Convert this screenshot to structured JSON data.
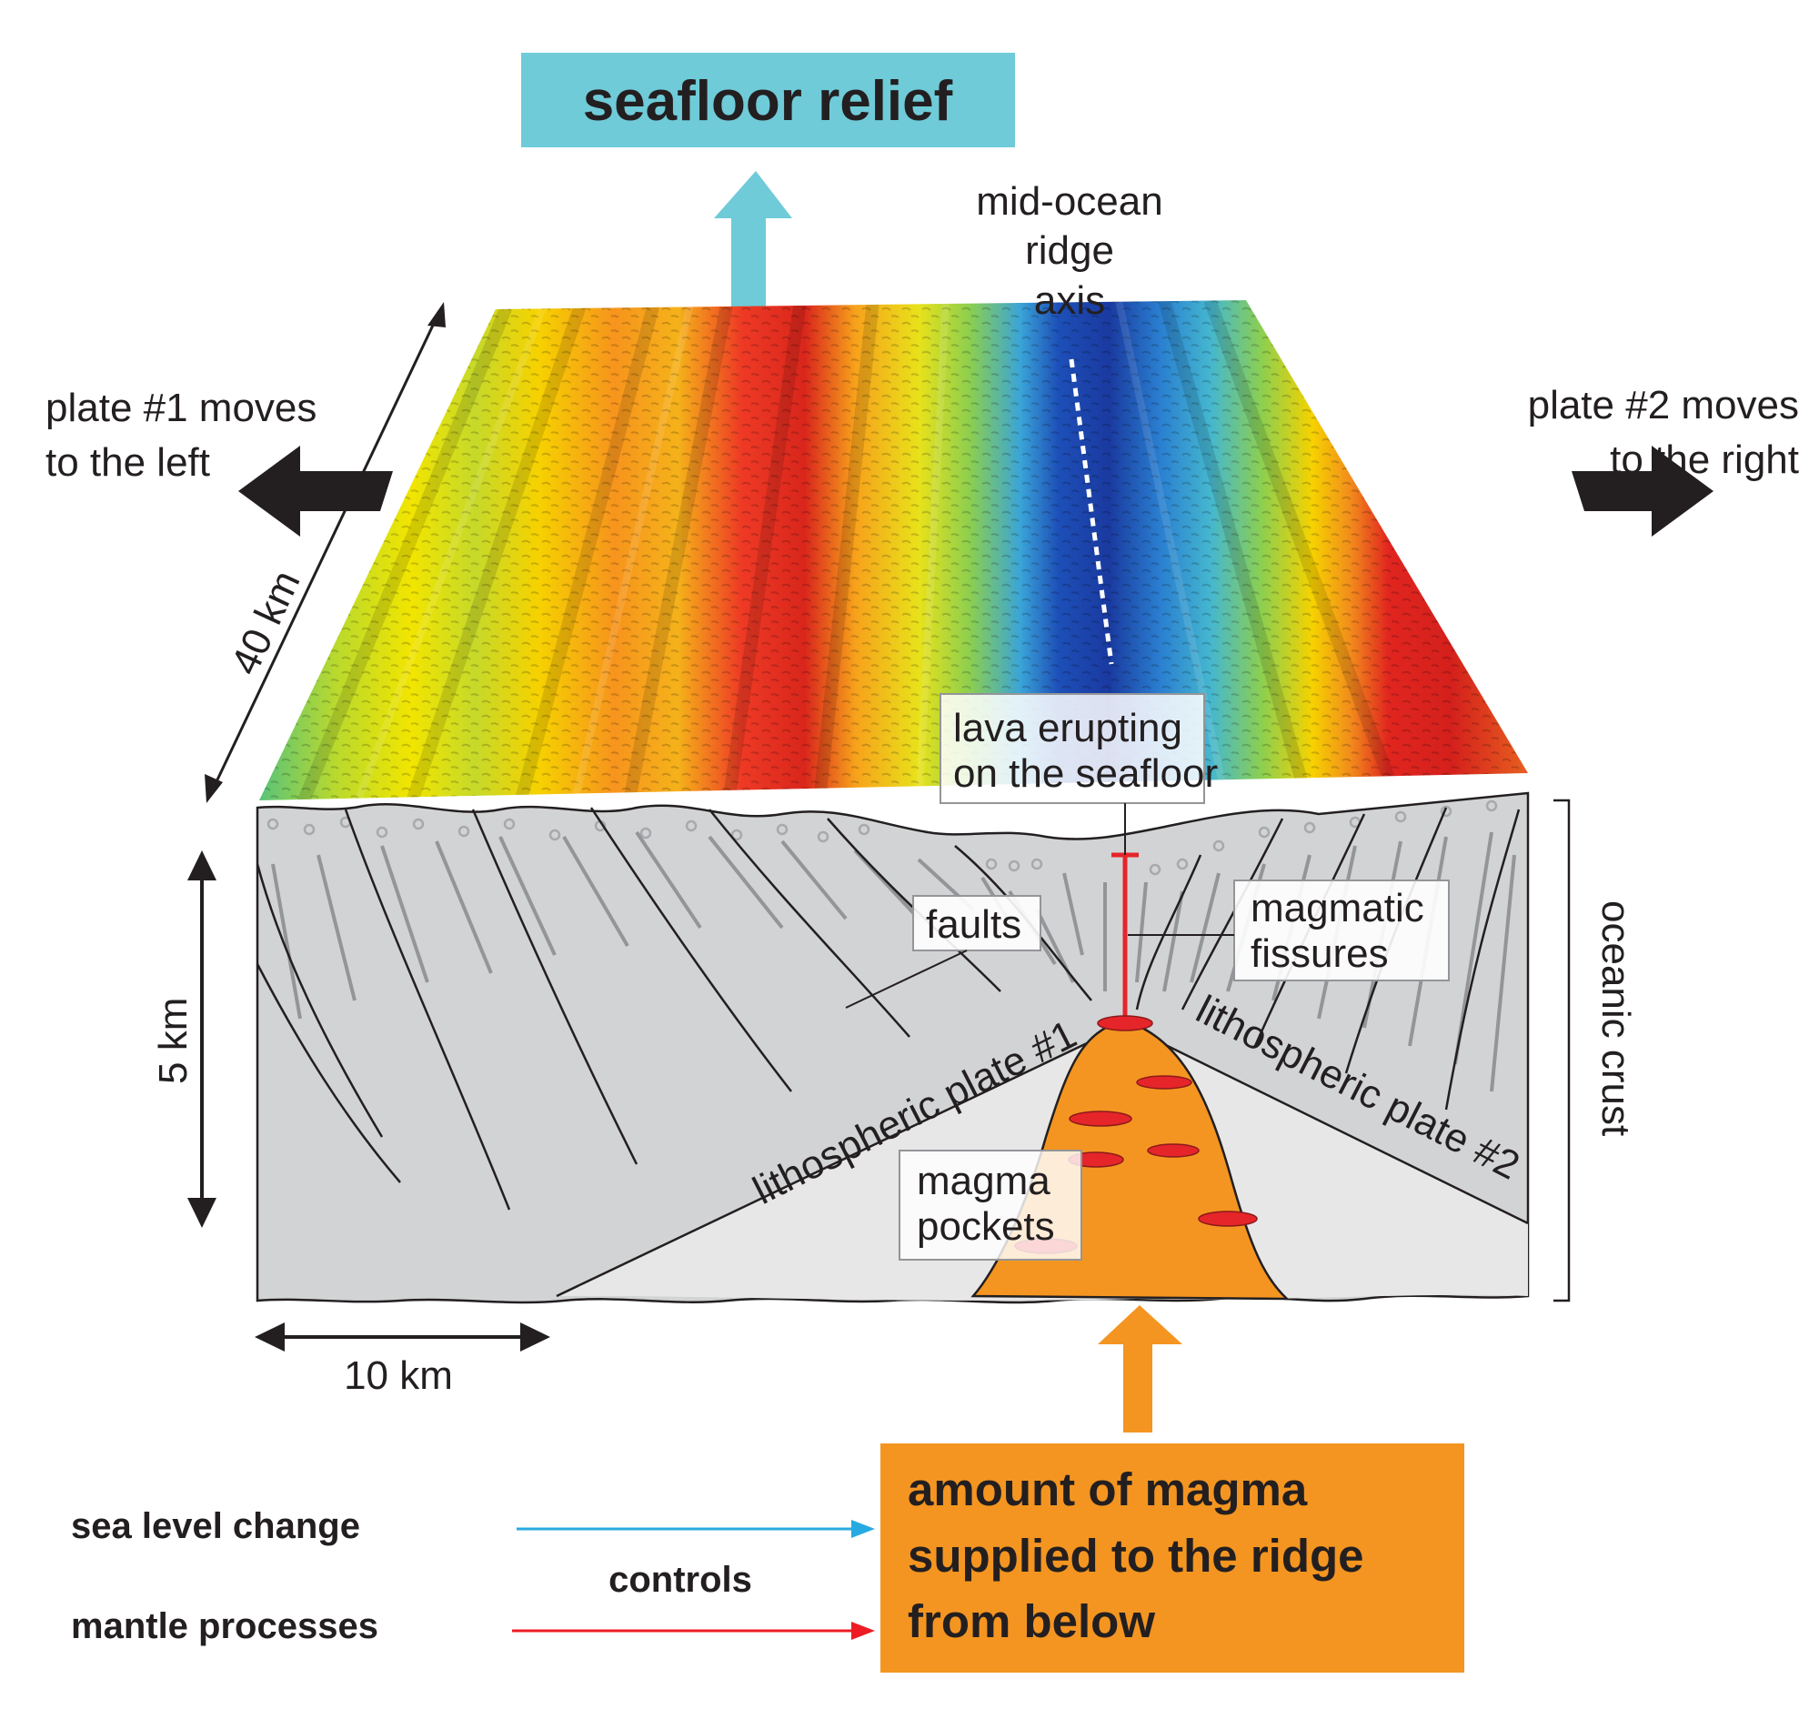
{
  "title": "seafloor relief",
  "labels": {
    "ridge_axis": [
      "mid-ocean",
      "ridge",
      "axis"
    ],
    "plate1_moves": [
      "plate #1 moves",
      "to the left"
    ],
    "plate2_moves": [
      "plate #2 moves",
      "to the right"
    ],
    "length_40km": "40 km",
    "depth_5km": "5 km",
    "width_10km": "10 km",
    "oceanic_crust": "oceanic crust",
    "lava_erupting": [
      "lava erupting",
      "on the seafloor"
    ],
    "faults": "faults",
    "magmatic_fissures": [
      "magmatic",
      "fissures"
    ],
    "lithospheric_plate_1": "lithospheric plate #1",
    "lithospheric_plate_2": "lithospheric plate #2",
    "magma_pockets": [
      "magma",
      "pockets"
    ]
  },
  "controls": {
    "sea_level_change": "sea level change",
    "mantle_processes": "mantle processes",
    "controls_word": "controls",
    "magma_supply": [
      "amount of magma",
      "supplied to the ridge",
      "from below"
    ]
  },
  "colors": {
    "title_box": "#6fcbd8",
    "magma_box": "#f49521",
    "crust_gray": "#d2d3d4",
    "mantle_light": "#e7e7e8",
    "sea_level_arrow": "#27aae1",
    "mantle_arrow": "#ed1c24",
    "plate_arrow": "#231f20",
    "lava_red": "#e5252a"
  }
}
